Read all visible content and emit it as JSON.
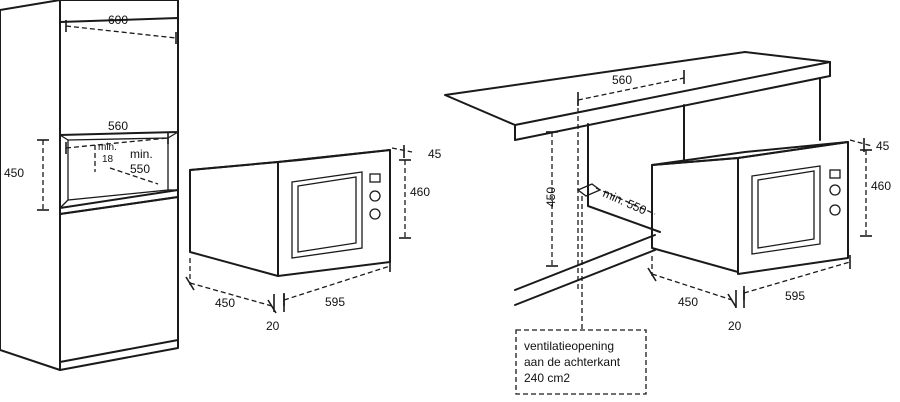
{
  "left": {
    "cabinet_width": "600",
    "niche_width": "560",
    "niche_height": "450",
    "min_gap_label": "min.",
    "min_gap_value": "18",
    "min_depth_label": "min.",
    "min_depth_value": "550",
    "oven_height": "460",
    "oven_top_offset": "45",
    "oven_depth": "450",
    "oven_width": "595",
    "frame_offset": "20"
  },
  "right": {
    "niche_width": "560",
    "niche_height": "450",
    "min_depth": "min. 550",
    "oven_height": "460",
    "oven_top_offset": "45",
    "oven_depth": "450",
    "oven_width": "595",
    "frame_offset": "20"
  },
  "note": {
    "line1": "ventilatieopening",
    "line2": "aan de achterkant",
    "line3": "240 cm2"
  }
}
